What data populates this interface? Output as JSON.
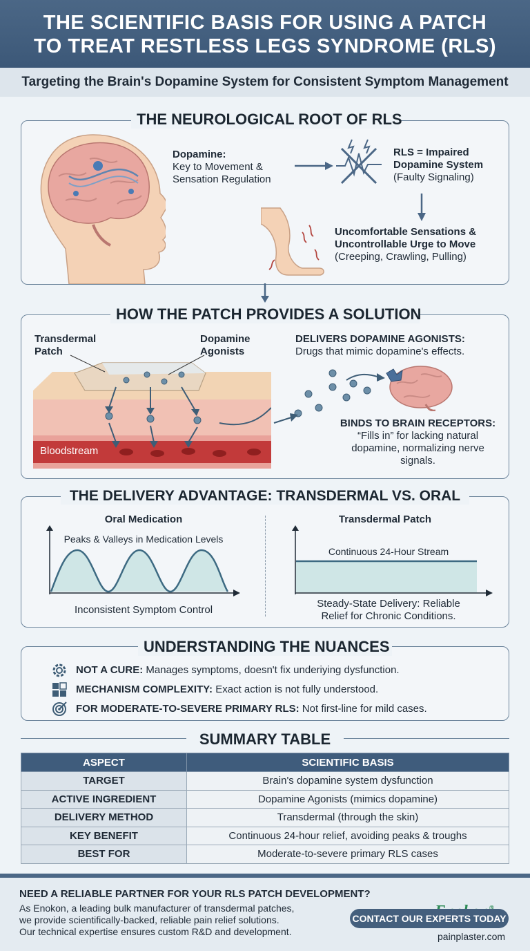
{
  "header": {
    "title_line1": "THE SCIENTIFIC BASIS FOR USING A PATCH",
    "title_line2": "TO TREAT RESTLESS LEGS SYNDROME (RLS)",
    "subtitle": "Targeting the Brain's Dopamine System for Consistent Symptom Management"
  },
  "root_section": {
    "title": "THE NEUROLOGICAL ROOT OF RLS",
    "dopamine_heading": "Dopamine:",
    "dopamine_line1": "Key to Movement &",
    "dopamine_line2": "Sensation Regulation",
    "rls_line1": "RLS = Impaired",
    "rls_line2": "Dopamine System",
    "rls_line3": "(Faulty Signaling)",
    "symptom_line1": "Uncomfortable Sensations &",
    "symptom_line2": "Uncontrollable Urge to Move",
    "symptom_line3": "(Creeping, Crawling, Pulling)"
  },
  "patch_section": {
    "title": "HOW THE PATCH PROVIDES A SOLUTION",
    "patch_label_line1": "Transdermal",
    "patch_label_line2": "Patch",
    "agonist_label_line1": "Dopamine",
    "agonist_label_line2": "Agonists",
    "bloodstream_label": "Bloodstream",
    "delivers_heading": "DELIVERS DOPAMINE AGONISTS:",
    "delivers_text": "Drugs that mimic dopamine's effects.",
    "binds_heading": "BINDS TO BRAIN RECEPTORS:",
    "binds_line1": "“Fills in” for lacking natural",
    "binds_line2": "dopamine, normalizing nerve",
    "binds_line3": "signals."
  },
  "delivery_section": {
    "title": "THE DELIVERY ADVANTAGE: TRANSDERMAL VS. ORAL",
    "oral_title": "Oral Medication",
    "oral_annotation": "Peaks & Valleys in Medication Levels",
    "oral_caption": "Inconsistent Symptom Control",
    "patch_title": "Transdermal Patch",
    "patch_annotation": "Continuous 24-Hour Stream",
    "patch_caption_line1": "Steady-State Delivery: Reliable",
    "patch_caption_line2": "Relief for Chronic Conditions."
  },
  "nuances_section": {
    "title": "UNDERSTANDING THE NUANCES",
    "items": [
      {
        "icon": "gear-icon",
        "heading": "NOT A CURE:",
        "text": " Manages symptoms, doesn't fix underiying dysfunction."
      },
      {
        "icon": "puzzle-icon",
        "heading": "MECHANISM COMPLEXITY:",
        "text": " Exact action is not fully understood."
      },
      {
        "icon": "target-icon",
        "heading": "FOR MODERATE-TO-SEVERE PRIMARY RLS:",
        "text": " Not first-line for mild cases."
      }
    ]
  },
  "summary_table": {
    "title": "SUMMARY TABLE",
    "headers": [
      "ASPECT",
      "SCIENTIFIC BASIS"
    ],
    "rows": [
      [
        "TARGET",
        "Brain's dopamine system dysfunction"
      ],
      [
        "ACTIVE INGREDIENT",
        "Dopamine Agonists (mimics dopamine)"
      ],
      [
        "DELIVERY METHOD",
        "Transdermal (through the skin)"
      ],
      [
        "KEY BENEFIT",
        "Continuous 24-hour relief, avoiding peaks & troughs"
      ],
      [
        "BEST FOR",
        "Moderate-to-severe primary RLS cases"
      ]
    ]
  },
  "footer": {
    "heading": "NEED A RELIABLE PARTNER FOR YOUR RLS PATCH DEVELOPMENT?",
    "line1": "As Enokon, a leading bulk manufacturer of transdermal patches,",
    "line2": "we provide scientifically-backed, reliable pain relief solutions.",
    "line3": "Our technical expertise ensures custom R&D and development.",
    "brand": "Enokon",
    "brand_mark": "®",
    "cta_label": "CONTACT OUR EXPERTS TODAY",
    "website": "painplaster.com"
  },
  "colors": {
    "header_bg": "#4b6786",
    "panel_border": "#6d859c",
    "skin": "#f0c9a8",
    "bloodstream": "#c23a3a",
    "curve_fill": "#cfe6e6",
    "curve_stroke": "#3d6a82",
    "brand_green": "#2e8b57"
  }
}
